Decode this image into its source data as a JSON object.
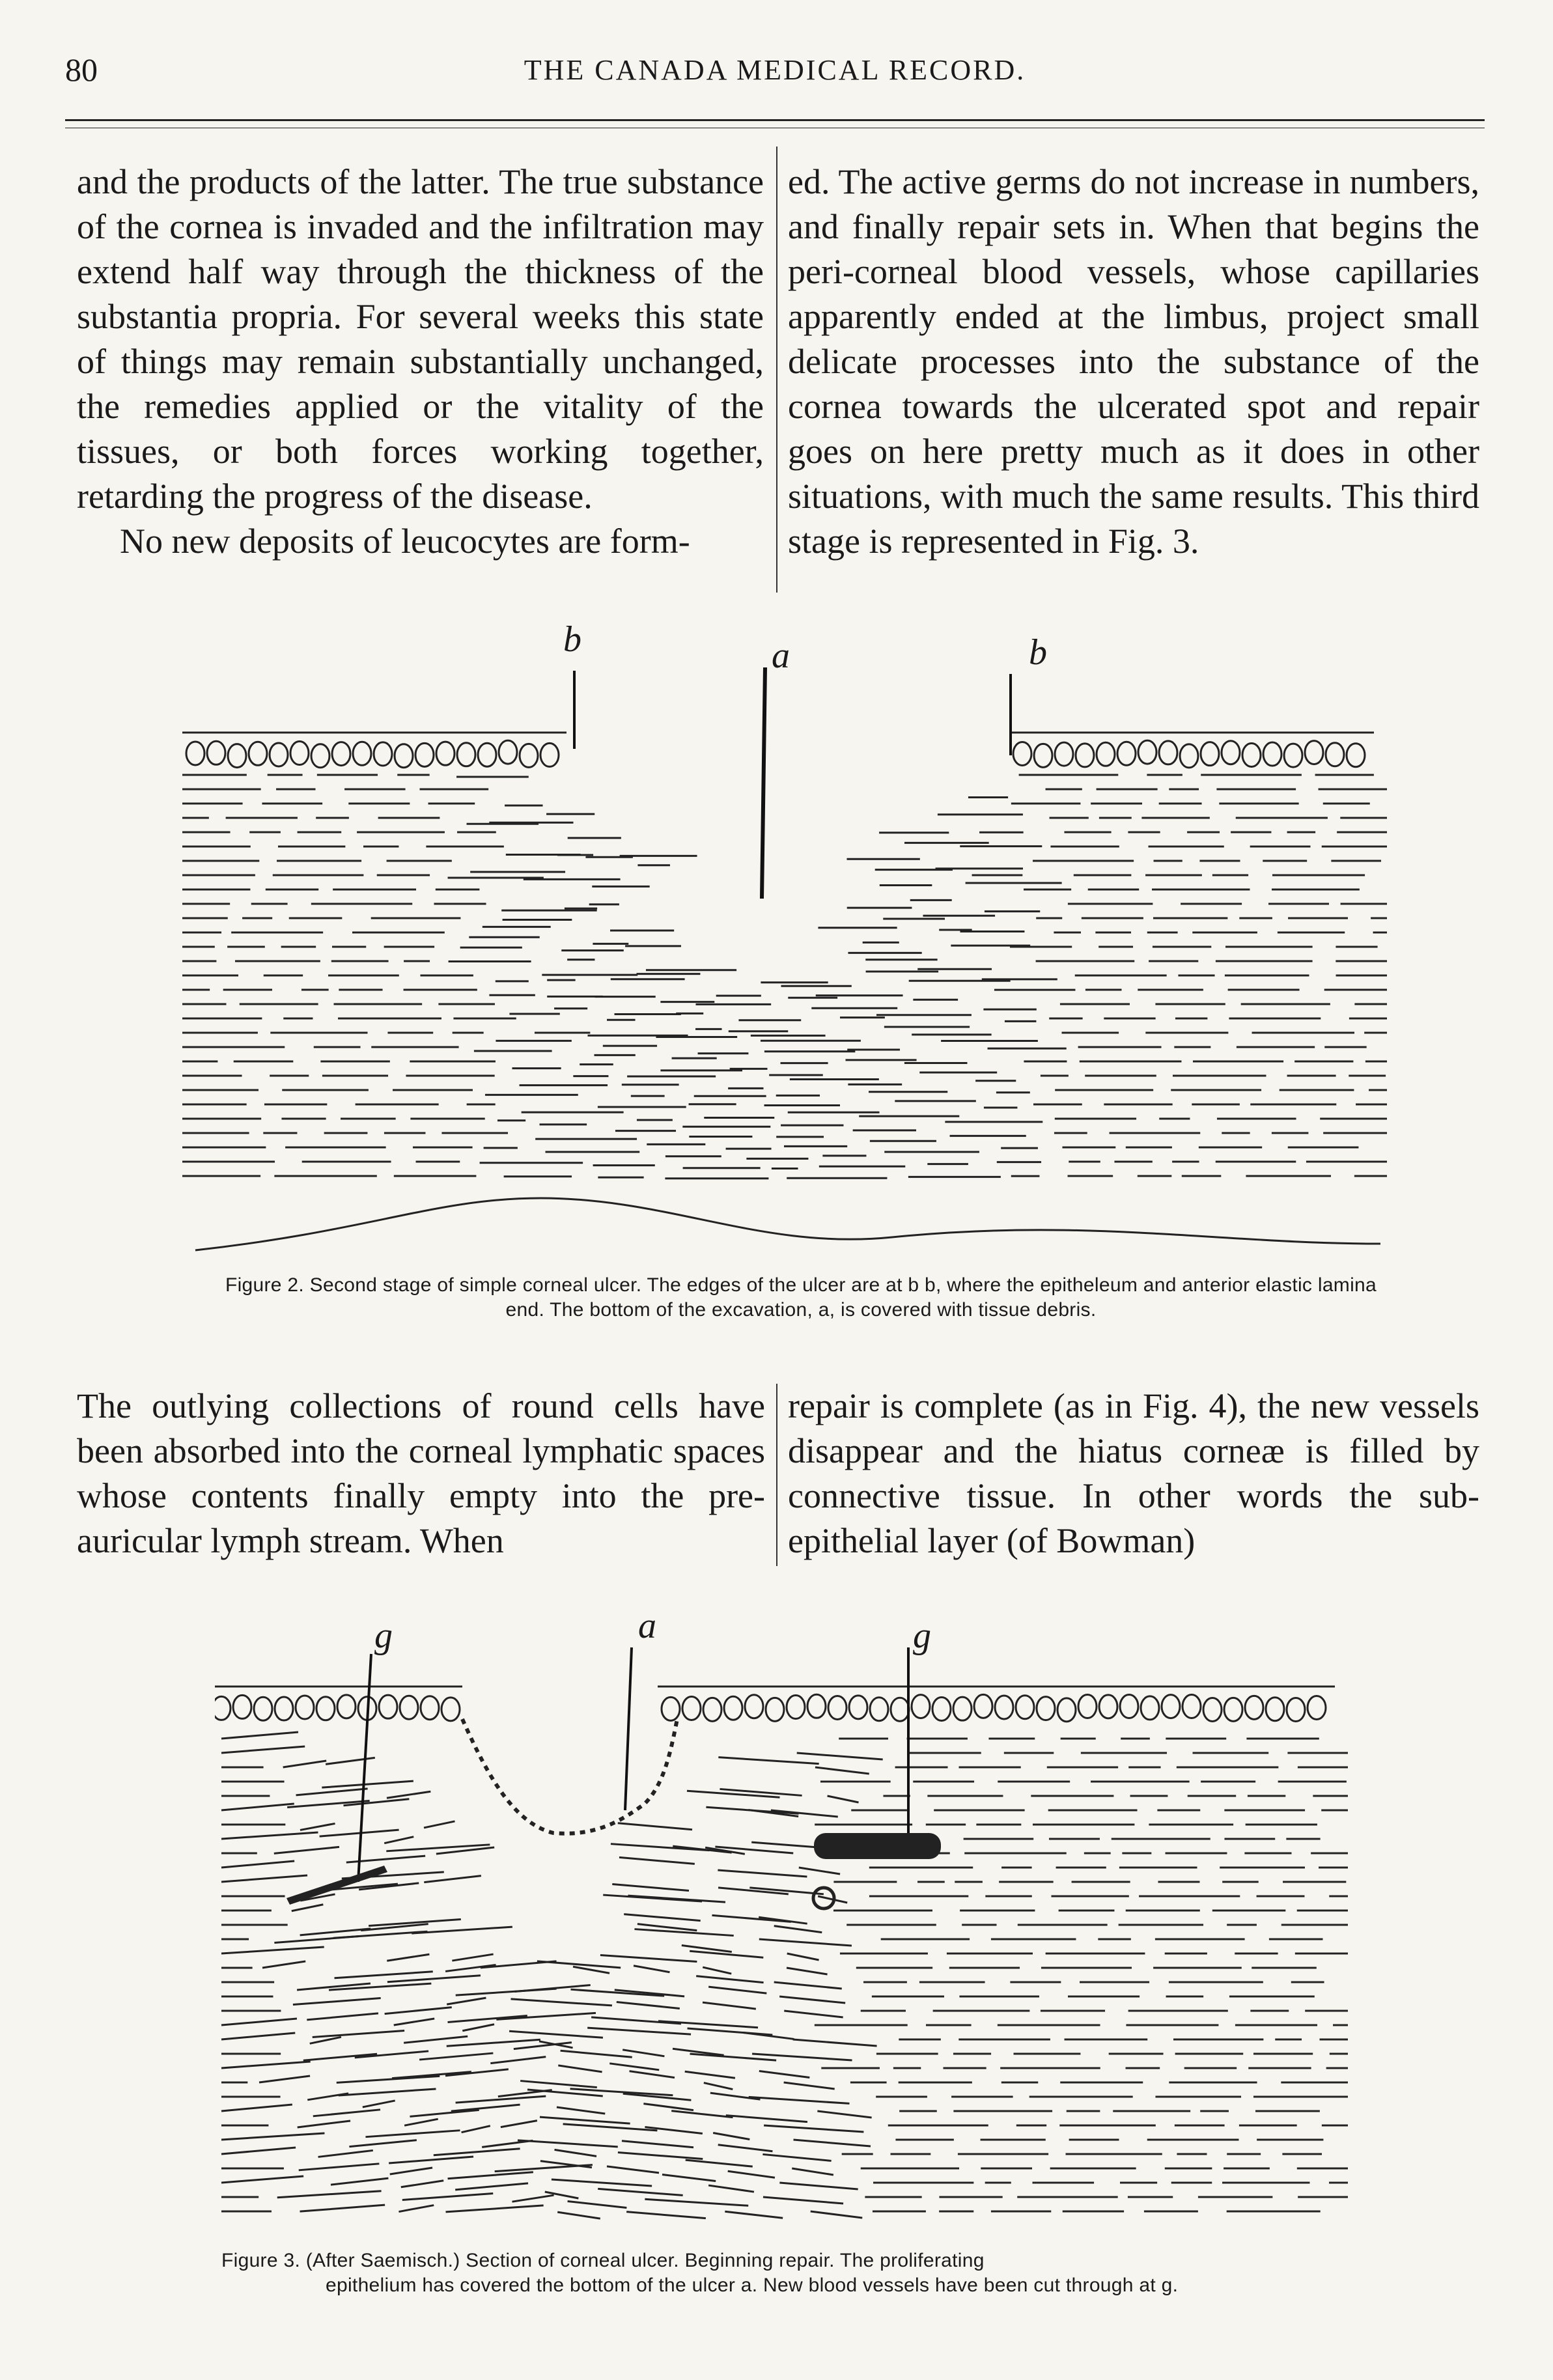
{
  "header": {
    "page_number": "80",
    "running_head": "THE CANADA MEDICAL RECORD."
  },
  "top_left": {
    "p1": "and the products of the latter. The true substance of the cornea is invaded and the infiltration may extend half way through the thickness of the substantia propria. For several weeks this state of things may remain substantially unchanged, the remedies applied or the vitality of the tissues, or both forces working together, retarding the progress of the disease.",
    "p2": "No new deposits of leucocytes are form-"
  },
  "top_right": {
    "p1": "ed. The active germs do not increase in numbers, and finally repair sets in. When that begins the peri-corneal blood vessels, whose capillaries apparently ended at the limbus, project small delicate processes into the substance of the cornea towards the ulcerated spot and repair goes on here pretty much as it does in other situations, with much the same results. This third stage is represented in Fig. 3."
  },
  "figure2": {
    "label_left": "b",
    "label_center": "a",
    "label_right": "b",
    "caption": "Figure 2. Second stage of simple corneal ulcer. The edges of the ulcer are at b b, where the epitheleum and anterior elastic lamina end. The bottom of the excavation, a, is covered with tissue debris."
  },
  "middle_left": {
    "p1": "The outlying collections of round cells have been absorbed into the corneal lymphatic spaces whose contents finally empty into the pre-auricular lymph stream. When"
  },
  "middle_right": {
    "p1": "repair is complete (as in Fig. 4), the new vessels disappear and the hiatus corneæ is filled by connective tissue. In other words the sub-epithelial layer (of Bowman)"
  },
  "figure3": {
    "label_left": "g",
    "label_center": "a",
    "label_right": "g",
    "caption_line1": "Figure 3. (After Saemisch.) Section of corneal ulcer. Beginning repair. The proliferating",
    "caption_line2": "epithelium has covered the bottom of the ulcer a. New blood vessels have been cut through at g."
  },
  "colors": {
    "paper": "#f7f5f0",
    "ink": "#1a1a1a"
  }
}
